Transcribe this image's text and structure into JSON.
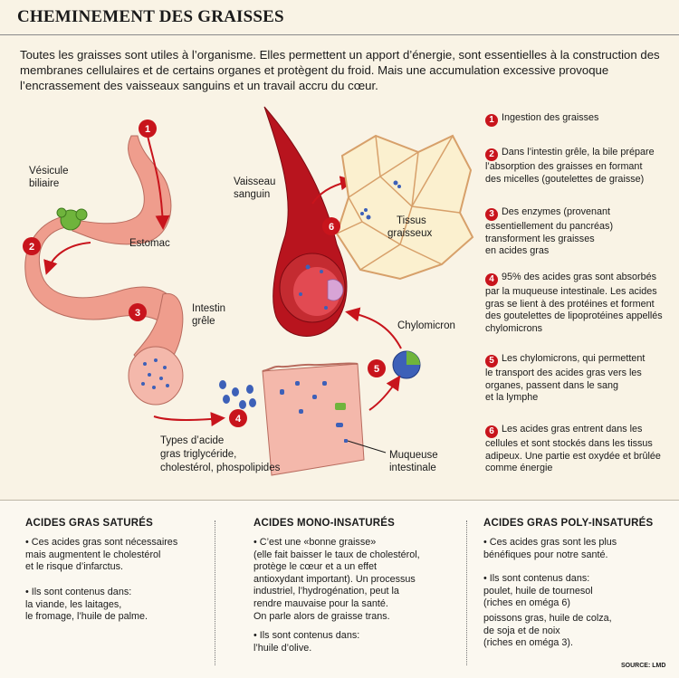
{
  "title": "CHEMINEMENT DES GRAISSES",
  "intro": "Toutes les graisses sont utiles à l’organisme. Elles permettent un apport d’énergie, sont essentielles à la construction des membranes cellulaires et de certains organes et protègent du froid. Mais une accumulation excessive provoque l’encrassement des vaisseaux sanguins et un travail accru du cœur.",
  "diagram": {
    "labels": {
      "vesicule_1": "Vésicule",
      "vesicule_2": "biliaire",
      "estomac": "Estomac",
      "intestin_1": "Intestin",
      "intestin_2": "grêle",
      "vaisseau_1": "Vaisseau",
      "vaisseau_2": "sanguin",
      "tissus_1": "Tissus",
      "tissus_2": "graisseux",
      "chylomicron": "Chylomicron",
      "types_1": "Types d’acide",
      "types_2": "gras triglycéride,",
      "types_3": "cholestérol, phospolipides",
      "muqueuse_1": "Muqueuse",
      "muqueuse_2": "intestinale"
    },
    "markers": [
      "1",
      "2",
      "3",
      "4",
      "5",
      "6"
    ],
    "colors": {
      "organ": "#ef9d8d",
      "accent_red": "#c8141c",
      "bile_green": "#6fb43c",
      "fat_tissue": "#fbf0cf",
      "droplet_blue": "#3d60b8",
      "vessel_red": "#b8141e"
    }
  },
  "steps": [
    {
      "num": "1",
      "lines": [
        "Ingestion des graisses"
      ]
    },
    {
      "num": "2",
      "lines": [
        "Dans l’intestin grêle, la bile prépare",
        "l’absorption des graisses en formant",
        "des micelles (goutelettes de graisse)"
      ]
    },
    {
      "num": "3",
      "lines": [
        "Des enzymes (provenant",
        "essentiellement du pancréas)",
        "transforment les graisses",
        "en acides gras"
      ]
    },
    {
      "num": "4",
      "lines": [
        "95% des acides gras sont absorbés",
        "par la muqueuse intestinale. Les acides",
        "gras se lient à des protéines et forment",
        "des goutelettes de lipoprotéines appellés",
        "chylomicrons"
      ]
    },
    {
      "num": "5",
      "lines": [
        "Les chylomicrons, qui permettent",
        "le transport des acides gras vers les",
        "organes, passent dans le sang",
        "et la lymphe"
      ]
    },
    {
      "num": "6",
      "lines": [
        "Les acides gras entrent dans les",
        "cellules et sont stockés dans les tissus",
        "adipeux. Une partie est oxydée et brûlée",
        "comme énergie"
      ]
    }
  ],
  "bottom": {
    "saturated": {
      "title": "ACIDES GRAS SATURÉS",
      "b1": [
        "• Ces acides gras sont nécessaires",
        "mais augmentent le cholestérol",
        "et le risque d’infarctus."
      ],
      "b2": [
        "• Ils sont contenus dans:",
        "la viande, les laitages,",
        "le fromage, l’huile de palme."
      ]
    },
    "mono": {
      "title": "ACIDES MONO-INSATURÉS",
      "b1": [
        "• C’est une «bonne graisse»",
        "(elle fait baisser le taux de cholestérol,",
        "protège le cœur et a un effet",
        "antioxydant important). Un processus",
        "industriel, l’hydrogénation, peut la",
        "rendre mauvaise pour la santé.",
        "On parle alors de graisse trans."
      ],
      "b2": [
        "• Ils sont contenus dans:",
        "l’huile d’olive."
      ]
    },
    "poly": {
      "title": "ACIDES GRAS POLY-INSATURÉS",
      "b1": [
        "• Ces acides gras sont les plus",
        "bénéfiques pour notre santé."
      ],
      "b2": [
        "• Ils sont contenus dans:",
        "poulet, huile de tournesol",
        "(riches en oméga 6)"
      ],
      "b3": [
        "poissons gras, huile de colza,",
        "de soja et de noix",
        "(riches en oméga 3)."
      ]
    }
  },
  "source": "SOURCE: LMD"
}
